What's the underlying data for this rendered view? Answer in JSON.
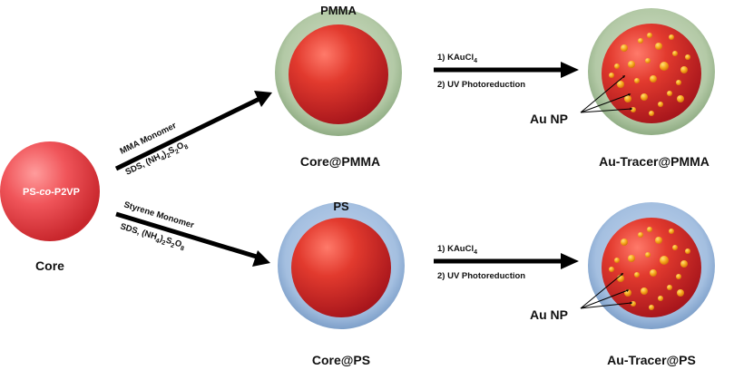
{
  "core": {
    "particle_text_a": "PS-",
    "particle_text_b": "co",
    "particle_text_c": "-P2VP",
    "caption": "Core"
  },
  "upper_route": {
    "monomer": "MMA Monomer",
    "reagents_a": "SDS, (NH",
    "reagents_sub1": "4",
    "reagents_b": ")",
    "reagents_sub2": "2",
    "reagents_c": "S",
    "reagents_sub3": "2",
    "reagents_d": "O",
    "reagents_sub4": "8",
    "shell_label": "PMMA",
    "product_caption": "Core@PMMA",
    "step1_a": "1)  KAuCl",
    "step1_sub": "4",
    "step2": "2)  UV Photoreduction",
    "final_caption": "Au-Tracer@PMMA",
    "np_label": "Au NP"
  },
  "lower_route": {
    "monomer": "Styrene Monomer",
    "reagents_a": "SDS, (NH",
    "reagents_sub1": "4",
    "reagents_b": ")",
    "reagents_sub2": "2",
    "reagents_c": "S",
    "reagents_sub3": "2",
    "reagents_d": "O",
    "reagents_sub4": "8",
    "shell_label": "PS",
    "product_caption": "Core@PS",
    "step1_a": "1)  KAuCl",
    "step1_sub": "4",
    "step2": "2)  UV Photoreduction",
    "final_caption": "Au-Tracer@PS",
    "np_label": "Au NP"
  },
  "colors": {
    "core_red": "#e0393b",
    "core_pink": "#f0696b",
    "pmma_shell": "#b9cfae",
    "ps_shell": "#a9c3e2",
    "gold": "#f4a81c",
    "arrow": "#000000"
  }
}
